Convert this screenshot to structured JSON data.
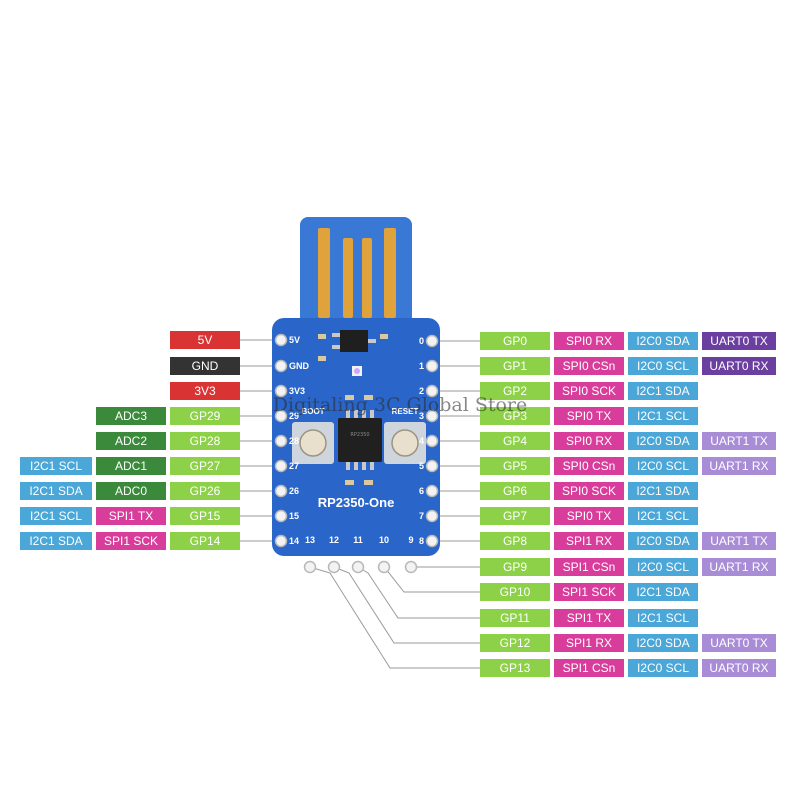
{
  "board": {
    "title": "RP2350-One",
    "boot_label": "BOOT",
    "reset_label": "RESET"
  },
  "watermark": "Digitaling 3C Global Store",
  "colors": {
    "power_red": "#d93333",
    "ground_black": "#333333",
    "gpio_green": "#8cd147",
    "adc_green": "#3b8a3b",
    "spi_pink": "#d93d9b",
    "i2c_blue": "#4aa7d8",
    "uart_dark": "#6b3fa0",
    "uart_light": "#a98cd6",
    "pcb_blue": "#2a66c9"
  },
  "left_pins": [
    {
      "pad": "5V",
      "labels": [
        {
          "text": "5V",
          "type": "power_red"
        }
      ]
    },
    {
      "pad": "GND",
      "labels": [
        {
          "text": "GND",
          "type": "ground_black"
        }
      ]
    },
    {
      "pad": "3V3",
      "labels": [
        {
          "text": "3V3",
          "type": "power_red"
        }
      ]
    },
    {
      "pad": "29",
      "labels": [
        {
          "text": "GP29",
          "type": "gpio_green"
        },
        {
          "text": "ADC3",
          "type": "adc_green"
        }
      ]
    },
    {
      "pad": "28",
      "labels": [
        {
          "text": "GP28",
          "type": "gpio_green"
        },
        {
          "text": "ADC2",
          "type": "adc_green"
        }
      ]
    },
    {
      "pad": "27",
      "labels": [
        {
          "text": "GP27",
          "type": "gpio_green"
        },
        {
          "text": "ADC1",
          "type": "adc_green"
        },
        {
          "text": "I2C1 SCL",
          "type": "i2c_blue"
        }
      ]
    },
    {
      "pad": "26",
      "labels": [
        {
          "text": "GP26",
          "type": "gpio_green"
        },
        {
          "text": "ADC0",
          "type": "adc_green"
        },
        {
          "text": "I2C1 SDA",
          "type": "i2c_blue"
        }
      ]
    },
    {
      "pad": "15",
      "labels": [
        {
          "text": "GP15",
          "type": "gpio_green"
        },
        {
          "text": "SPI1 TX",
          "type": "spi_pink"
        },
        {
          "text": "I2C1 SCL",
          "type": "i2c_blue"
        }
      ]
    },
    {
      "pad": "14",
      "labels": [
        {
          "text": "GP14",
          "type": "gpio_green"
        },
        {
          "text": "SPI1 SCK",
          "type": "spi_pink"
        },
        {
          "text": "I2C1 SDA",
          "type": "i2c_blue"
        }
      ]
    }
  ],
  "right_pins": [
    {
      "pad": "0",
      "labels": [
        {
          "text": "GP0",
          "type": "gpio_green"
        },
        {
          "text": "SPI0 RX",
          "type": "spi_pink"
        },
        {
          "text": "I2C0 SDA",
          "type": "i2c_blue"
        },
        {
          "text": "UART0 TX",
          "type": "uart_dark"
        }
      ]
    },
    {
      "pad": "1",
      "labels": [
        {
          "text": "GP1",
          "type": "gpio_green"
        },
        {
          "text": "SPI0 CSn",
          "type": "spi_pink"
        },
        {
          "text": "I2C0 SCL",
          "type": "i2c_blue"
        },
        {
          "text": "UART0 RX",
          "type": "uart_dark"
        }
      ]
    },
    {
      "pad": "2",
      "labels": [
        {
          "text": "GP2",
          "type": "gpio_green"
        },
        {
          "text": "SPI0 SCK",
          "type": "spi_pink"
        },
        {
          "text": "I2C1 SDA",
          "type": "i2c_blue"
        }
      ]
    },
    {
      "pad": "3",
      "labels": [
        {
          "text": "GP3",
          "type": "gpio_green"
        },
        {
          "text": "SPI0 TX",
          "type": "spi_pink"
        },
        {
          "text": "I2C1 SCL",
          "type": "i2c_blue"
        }
      ]
    },
    {
      "pad": "4",
      "labels": [
        {
          "text": "GP4",
          "type": "gpio_green"
        },
        {
          "text": "SPI0 RX",
          "type": "spi_pink"
        },
        {
          "text": "I2C0 SDA",
          "type": "i2c_blue"
        },
        {
          "text": "UART1 TX",
          "type": "uart_light"
        }
      ]
    },
    {
      "pad": "5",
      "labels": [
        {
          "text": "GP5",
          "type": "gpio_green"
        },
        {
          "text": "SPI0 CSn",
          "type": "spi_pink"
        },
        {
          "text": "I2C0 SCL",
          "type": "i2c_blue"
        },
        {
          "text": "UART1 RX",
          "type": "uart_light"
        }
      ]
    },
    {
      "pad": "6",
      "labels": [
        {
          "text": "GP6",
          "type": "gpio_green"
        },
        {
          "text": "SPI0 SCK",
          "type": "spi_pink"
        },
        {
          "text": "I2C1 SDA",
          "type": "i2c_blue"
        }
      ]
    },
    {
      "pad": "7",
      "labels": [
        {
          "text": "GP7",
          "type": "gpio_green"
        },
        {
          "text": "SPI0 TX",
          "type": "spi_pink"
        },
        {
          "text": "I2C1 SCL",
          "type": "i2c_blue"
        }
      ]
    },
    {
      "pad": "8",
      "labels": [
        {
          "text": "GP8",
          "type": "gpio_green"
        },
        {
          "text": "SPI1 RX",
          "type": "spi_pink"
        },
        {
          "text": "I2C0 SDA",
          "type": "i2c_blue"
        },
        {
          "text": "UART1 TX",
          "type": "uart_light"
        }
      ]
    },
    {
      "pad": "9",
      "labels": [
        {
          "text": "GP9",
          "type": "gpio_green"
        },
        {
          "text": "SPI1 CSn",
          "type": "spi_pink"
        },
        {
          "text": "I2C0 SCL",
          "type": "i2c_blue"
        },
        {
          "text": "UART1 RX",
          "type": "uart_light"
        }
      ]
    },
    {
      "pad": "10",
      "labels": [
        {
          "text": "GP10",
          "type": "gpio_green"
        },
        {
          "text": "SPI1 SCK",
          "type": "spi_pink"
        },
        {
          "text": "I2C1 SDA",
          "type": "i2c_blue"
        }
      ]
    },
    {
      "pad": "11",
      "labels": [
        {
          "text": "GP11",
          "type": "gpio_green"
        },
        {
          "text": "SPI1 TX",
          "type": "spi_pink"
        },
        {
          "text": "I2C1 SCL",
          "type": "i2c_blue"
        }
      ]
    },
    {
      "pad": "12",
      "labels": [
        {
          "text": "GP12",
          "type": "gpio_green"
        },
        {
          "text": "SPI1 RX",
          "type": "spi_pink"
        },
        {
          "text": "I2C0 SDA",
          "type": "i2c_blue"
        },
        {
          "text": "UART0 TX",
          "type": "uart_light"
        }
      ]
    },
    {
      "pad": "13",
      "labels": [
        {
          "text": "GP13",
          "type": "gpio_green"
        },
        {
          "text": "SPI1 CSn",
          "type": "spi_pink"
        },
        {
          "text": "I2C0 SCL",
          "type": "i2c_blue"
        },
        {
          "text": "UART0 RX",
          "type": "uart_light"
        }
      ]
    }
  ]
}
